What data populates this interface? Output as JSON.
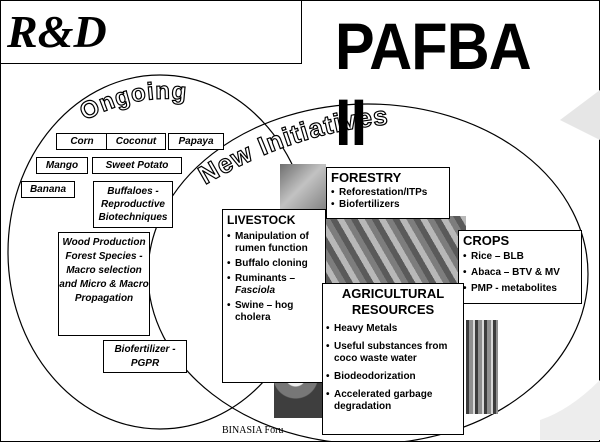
{
  "header": {
    "rd_title": "R&D",
    "main_title": "PAFBA II"
  },
  "circles": {
    "ongoing_label": "Ongoing",
    "new_label": "New Initiatives"
  },
  "ongoing": {
    "corn": "Corn",
    "coconut": "Coconut",
    "papaya": "Papaya",
    "mango": "Mango",
    "sweet_potato": "Sweet Potato",
    "banana": "Banana",
    "buffaloes": "Buffaloes - Reproductive Biotechniques",
    "wood": "Wood Production Forest Species - Macro selection and Micro & Macro Propagation",
    "biofertilizer": "Biofertilizer - PGPR"
  },
  "forestry": {
    "title": "FORESTRY",
    "items": [
      "Reforestation/ITPs",
      "Biofertilizers"
    ]
  },
  "livestock": {
    "title": "LIVESTOCK",
    "item_1": "Manipulation of rumen function",
    "item_2": "Buffalo cloning",
    "item_3_prefix": "Ruminants –",
    "item_3_em": "Fasciola",
    "item_4": "Swine – hog cholera"
  },
  "crops": {
    "title": "CROPS",
    "items": [
      "Rice – BLB",
      "Abaca – BTV & MV",
      "PMP - metabolites"
    ]
  },
  "agri": {
    "title": "AGRICULTURAL RESOURCES",
    "items": [
      "Heavy Metals",
      "Useful substances from coco waste water",
      "Biodeodorization",
      "Accelerated garbage degradation"
    ]
  },
  "footer": {
    "text": "BINASIA Foru"
  },
  "colors": {
    "line": "#000000",
    "background": "#ffffff",
    "photo_gray": "#9a9a9a"
  }
}
